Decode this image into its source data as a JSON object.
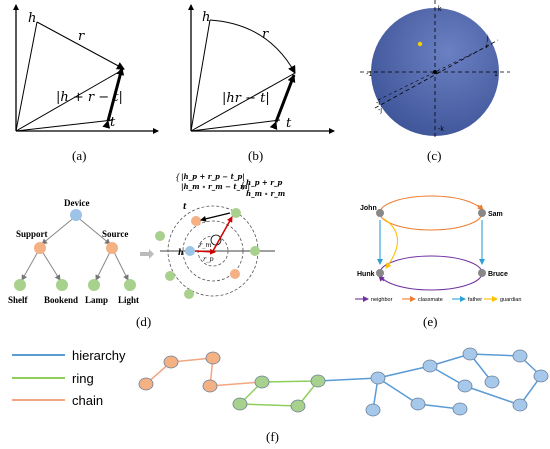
{
  "captions": [
    "(a)",
    "(b)",
    "(c)",
    "(d)",
    "(e)",
    "(f)"
  ],
  "panel_a": {
    "h": "h",
    "r": "r",
    "t": "t",
    "formula": "|h + r − t|"
  },
  "panel_b": {
    "h": "h",
    "r": "r",
    "t": "t",
    "formula": "|hr − t|"
  },
  "panel_c": {
    "axis_labels": [
      "k",
      "j",
      "i",
      "1",
      "-1",
      "-i",
      "-j",
      "-k"
    ],
    "sphere_color": "#4a62a8",
    "dot_color": "#f5d000"
  },
  "panel_d": {
    "tree": {
      "root": "Device",
      "mid": [
        "Support",
        "Source"
      ],
      "leaves": [
        "Shelf",
        "Bookend",
        "Lamp",
        "Light"
      ]
    },
    "eq1a": "|h_p + r_p − t_p|",
    "eq1b": "|h_m ∘ r_m − t_m|",
    "eq2a": "h_p + r_p",
    "eq2b": "h_m ∘ r_m",
    "t": "t",
    "h": "h",
    "rm": "r_m",
    "rp": "r_p",
    "colors": {
      "blue": "#9dc3e6",
      "orange": "#f4b183",
      "green": "#a9d18e"
    }
  },
  "panel_e": {
    "nodes": [
      "John",
      "Sam",
      "Hunk",
      "Bruce"
    ],
    "legend": [
      "neighbor",
      "classmate",
      "father",
      "guardian"
    ],
    "legend_colors": [
      "#7030a0",
      "#ed7d31",
      "#2e9fd8",
      "#ffc000"
    ]
  },
  "panel_f": {
    "legend": [
      "hierarchy",
      "ring",
      "chain"
    ],
    "legend_colors": [
      "#5b9bd5",
      "#8fce5a",
      "#f4a582"
    ]
  }
}
